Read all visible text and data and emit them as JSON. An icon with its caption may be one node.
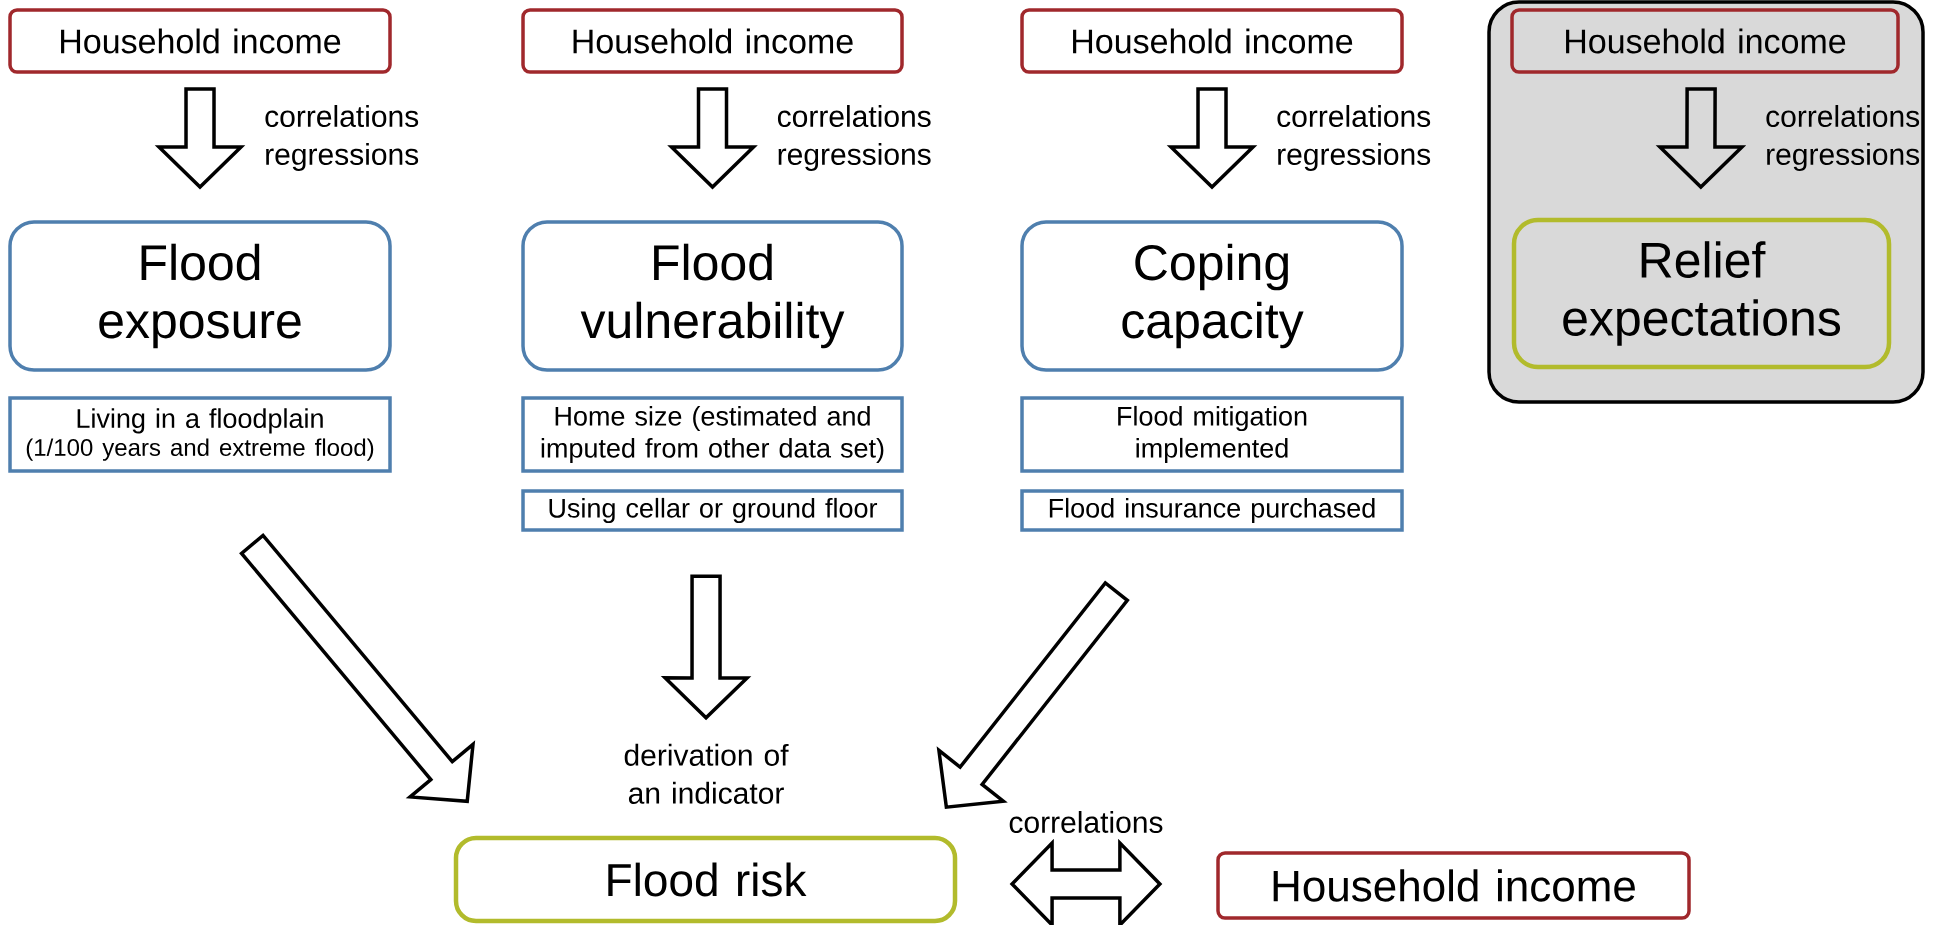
{
  "diagram": {
    "nodes": [
      {
        "text": [
          "Household income"
        ]
      },
      {
        "text": [
          "Flood exposure"
        ]
      },
      {
        "text": [
          "Living in a floodplain",
          "(1/100 years and extreme flood)"
        ]
      },
      {
        "text": [
          "Household income"
        ]
      },
      {
        "text": [
          "Flood vulnerability"
        ]
      },
      {
        "text": [
          "Home size (estimated and imputed from other data set)"
        ]
      },
      {
        "text": [
          "Using cellar or ground floor"
        ]
      },
      {
        "text": [
          "Household income"
        ]
      },
      {
        "text": [
          "Coping capacity"
        ]
      },
      {
        "text": [
          "Flood mitigation implemented"
        ]
      },
      {
        "text": [
          "Flood insurance purchased"
        ]
      },
      {
        "text": [],
        "shape": "box"
      },
      {
        "text": [
          "Household income"
        ],
        "in": 11
      },
      {
        "text": [
          "Relief expectations"
        ],
        "in": 11
      },
      {
        "text": [
          "Flood risk"
        ]
      },
      {
        "text": [
          "Household income"
        ]
      }
    ],
    "edges": [
      {
        "from": 0,
        "to": 1,
        "arrow": "to",
        "label": "correlations regressions"
      },
      {
        "from": 3,
        "to": 4,
        "arrow": "to",
        "label": "correlations regressions"
      },
      {
        "from": 7,
        "to": 8,
        "arrow": "to",
        "label": "correlations regressions"
      },
      {
        "from": 12,
        "to": 13,
        "arrow": "to",
        "label": "correlations regressions"
      },
      {
        "from": 2,
        "to": 14,
        "arrow": "to"
      },
      {
        "from": 6,
        "to": 14,
        "arrow": "to",
        "label": "derivation of an indicator"
      },
      {
        "from": 10,
        "to": 14,
        "arrow": "to"
      },
      {
        "from": 14,
        "to": 15,
        "arrow": "both",
        "label": "correlations"
      }
    ]
  }
}
